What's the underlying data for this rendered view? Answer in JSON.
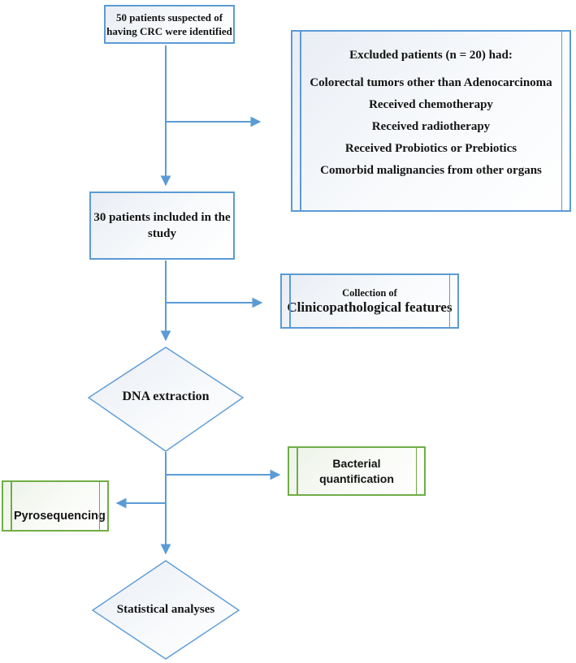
{
  "colors": {
    "accent_blue": "#5B9BD5",
    "accent_green": "#70AD47"
  },
  "nodes": {
    "identified": {
      "text": "50 patients suspected of having CRC were identified"
    },
    "excluded": {
      "title": "Excluded patients (n = 20) had:",
      "items": [
        "Colorectal tumors other than Adenocarcinoma",
        "Received chemotherapy",
        "Received radiotherapy",
        "Received Probiotics or Prebiotics",
        "Comorbid malignancies from other organs"
      ]
    },
    "included": {
      "text": "30 patients included in the study"
    },
    "collection": {
      "line1": "Collection of",
      "line2": "Clinicopathological features"
    },
    "dna": {
      "text": "DNA extraction"
    },
    "bacterial": {
      "text": "Bacterial quantification"
    },
    "pyro": {
      "text": "Pyrosequencing"
    },
    "stats": {
      "text": "Statistical analyses"
    }
  }
}
